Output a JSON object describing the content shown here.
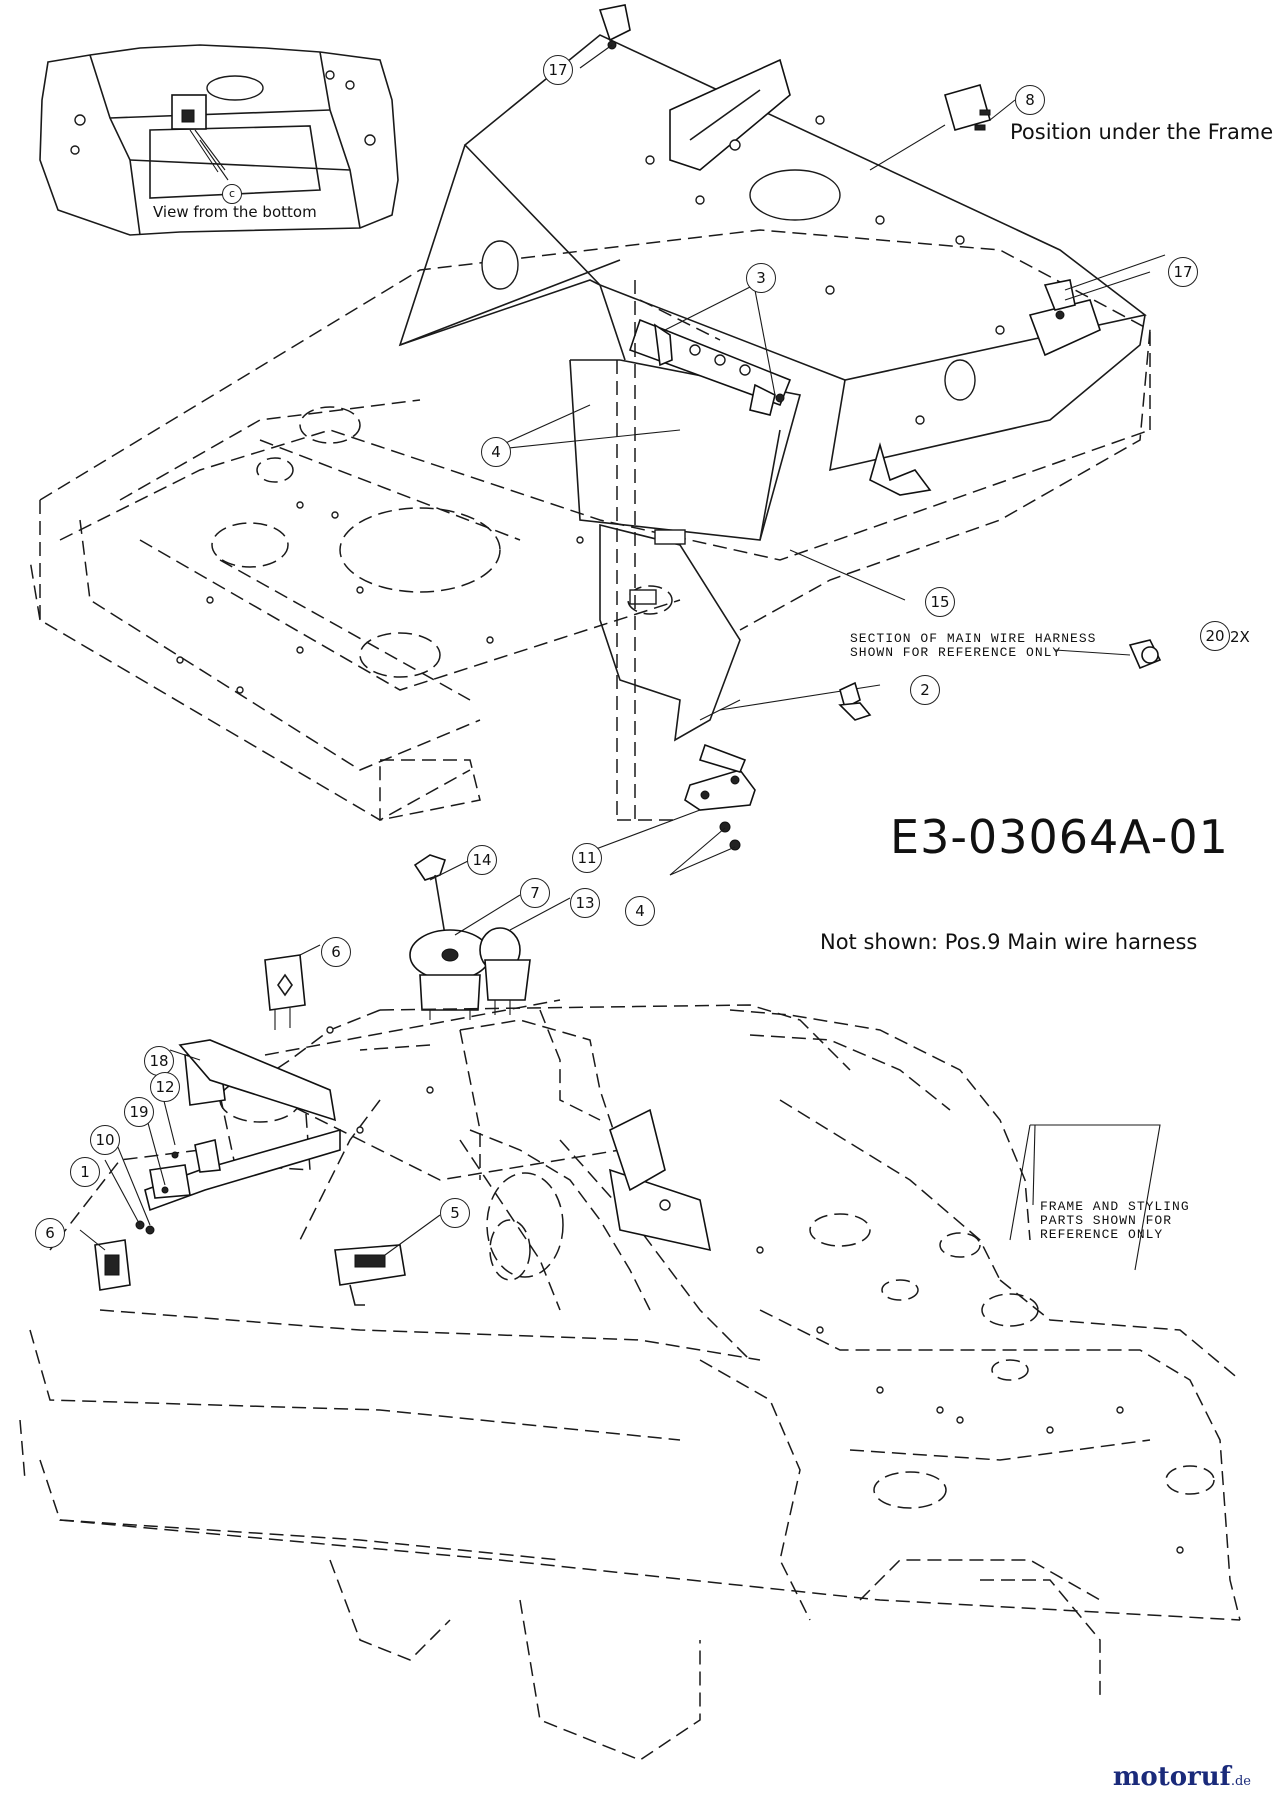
{
  "diagram": {
    "code": "E3-03064A-01",
    "notes": {
      "not_shown": "Not shown: Pos.9   Main wire harness",
      "position_under_frame": "Position under the Frame",
      "view_from_bottom": "View from the bottom",
      "harness_section_line1": "SECTION OF MAIN WIRE HARNESS",
      "harness_section_line2": "SHOWN FOR REFERENCE ONLY",
      "frame_styling_line1": "FRAME AND STYLING",
      "frame_styling_line2": "PARTS SHOWN FOR",
      "frame_styling_line3": "REFERENCE ONLY",
      "multiplier": "2X"
    },
    "callouts": {
      "c17a": "17",
      "c8": "8",
      "c17b": "17",
      "c3": "3",
      "c4a": "4",
      "c15": "15",
      "c20": "20",
      "c2": "2",
      "c11": "11",
      "c4b": "4",
      "c14": "14",
      "c7": "7",
      "c13": "13",
      "c6a": "6",
      "c18": "18",
      "c12": "12",
      "c19": "19",
      "c10": "10",
      "c1": "1",
      "c6b": "6",
      "c5": "5",
      "cc": "c"
    }
  },
  "brand": {
    "name": "motoruf",
    "suffix": ".de"
  },
  "colors": {
    "line": "#1a1a1a",
    "brand": "#1a2a7a",
    "brand_accent": "#d01818"
  }
}
